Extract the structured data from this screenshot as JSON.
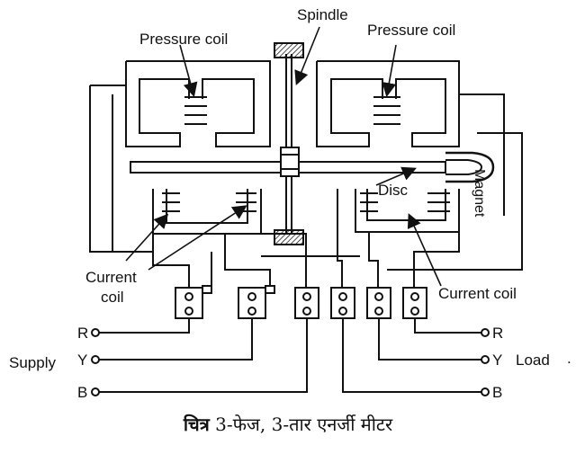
{
  "labels": {
    "spindle": "Spindle",
    "pressure_coil_left": "Pressure coil",
    "pressure_coil_right": "Pressure coil",
    "magnet": "Magnet",
    "disc": "Disc",
    "current_coil_left_line1": "Current",
    "current_coil_left_line2": "coil",
    "current_coil_right": "Current coil",
    "supply": "Supply",
    "load": "Load",
    "load_dot": ".",
    "phase_r_left": "R",
    "phase_y_left": "Y",
    "phase_b_left": "B",
    "phase_r_right": "R",
    "phase_y_right": "Y",
    "phase_b_right": "B"
  },
  "caption": {
    "prefix": "चित्र",
    "text": "3-फेज, 3-तार एनर्जी मीटर"
  },
  "colors": {
    "ink": "#111111",
    "paper": "#ffffff"
  }
}
